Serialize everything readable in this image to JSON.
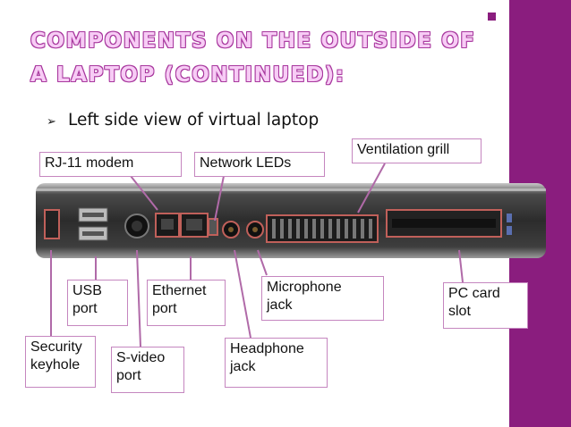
{
  "slide": {
    "title_line1": "COMPONENTS ON THE OUTSIDE OF",
    "title_line2": "A LAPTOP (CONTINUED):",
    "bullet": "Left side view of virtual laptop",
    "bullet_icon": "arrow-bullet"
  },
  "callouts": {
    "rj11": "RJ-11 modem",
    "network_leds": "Network LEDs",
    "ventilation": "Ventilation grill",
    "usb": [
      "USB",
      "port"
    ],
    "ethernet": [
      "Ethernet",
      "port"
    ],
    "microphone": [
      "Microphone",
      "jack"
    ],
    "pc_card": [
      "PC card",
      "slot"
    ],
    "security": [
      "Security",
      "keyhole"
    ],
    "svideo": [
      "S-video",
      "port"
    ],
    "headphone": [
      "Headphone",
      "jack"
    ]
  },
  "colors": {
    "accent": "#8a1d7e",
    "title_fill": "#f7ccf5",
    "title_outline": "#a8389e",
    "callout_border": "#c586bf",
    "highlight": "#c0605a"
  }
}
